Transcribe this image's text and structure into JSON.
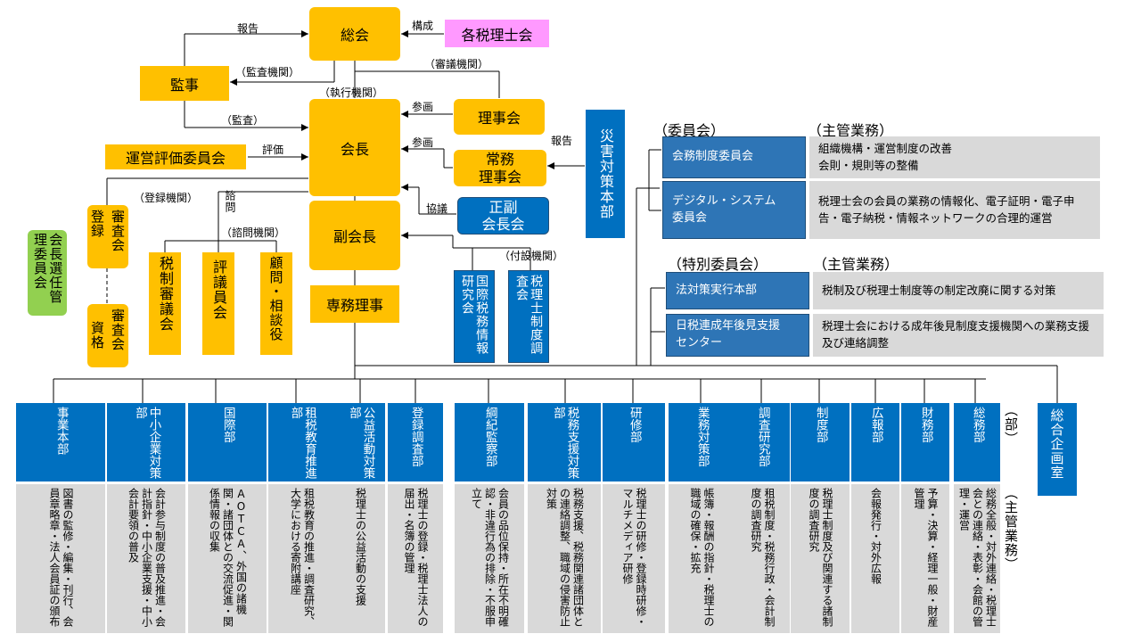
{
  "top": {
    "soukai": "総会",
    "kakuzeirishikai": "各税理士会",
    "kansa_ji": "監事",
    "kaicho": "会長",
    "fukukaicho": "副会長",
    "senmu_riji": "専務理事",
    "rijikai": "理事会",
    "jomu_rijikai": "常務\n理事会",
    "seifuku_kaichokai": "正副\n会長会",
    "unei_hyoka": "運営評価委員会",
    "saigai": "災害対策本部",
    "kaicho_senkyo": "会長選任管理委員会",
    "shinsakai_toroku": "審査会",
    "toroku": "登録",
    "shinsakai_shikaku": "審査会",
    "shikaku": "資格",
    "zeisei_shingikai": "税制審議会",
    "hyogiinkai": "評議員会",
    "komon": "顧問・相談役",
    "kokusai_zeimu": "国際税務情報研究会",
    "zeirishi_seido": "税理士制度調査会"
  },
  "labels": {
    "hokoku1": "報告",
    "kosei": "構成",
    "kansa_kikan": "（監査機関）",
    "shingi_kikan": "（審議機関）",
    "shikko_kikan": "（執行機関）",
    "sanyo1": "参画",
    "sanyo2": "参画",
    "kansa": "（監査）",
    "hyoka": "評価",
    "hokoku2": "報告",
    "toroku_kikan": "（登録機関）",
    "shimon": "諮問",
    "shimon_kikan": "（諮問機関）",
    "kyogi": "協議",
    "fusetsu_kikan": "（付設機関）"
  },
  "committees": {
    "header_left": "（委員会）",
    "header_right": "（主管業務）",
    "items": [
      {
        "name": "会務制度委員会",
        "duty": "組織機構・運営制度の改善\n会則・規則等の整備"
      },
      {
        "name": "デジタル・システム\n委員会",
        "duty": "税理士会の会員の業務の情報化、電子証明・電子申告・電子納税・情報ネットワークの合理的運営"
      }
    ]
  },
  "special": {
    "header_left": "（特別委員会）",
    "header_right": "（主管業務）",
    "items": [
      {
        "name": "法対策実行本部",
        "duty": "税制及び税理士制度等の制定改廃に関する対策"
      },
      {
        "name": "日税連成年後見支援\nセンター",
        "duty": "税理士会における成年後見制度支援機関への業務支援及び連絡調整"
      }
    ]
  },
  "bu_label": "（部）",
  "shukan_label": "（主管業務）",
  "sogo_kikakushitsu": "総合企画室",
  "departments": [
    {
      "name": "事業本部",
      "duty": "図書の監修・編集・刊行、会員章略章・法人会員証の頒布"
    },
    {
      "name": "中小企業対策部",
      "duty": "会計参与制度の普及推進・会計指針・中小企業支援・中小会計要領の普及"
    },
    {
      "name": "国際部",
      "duty": "AOTCA、外国の諸機関・諸団体との交流促進・関係情報の収集"
    },
    {
      "name": "租税教育推進部",
      "duty": "租税教育の推進・調査研究、大学における寄附講座"
    },
    {
      "name": "公益活動対策部",
      "duty": "税理士の公益活動の支援"
    },
    {
      "name": "登録調査部",
      "duty": "税理士の登録・税理士法人の届出・名簿の管理"
    },
    {
      "name": "綱紀監察部",
      "duty": "会員の品位保持・所在不明確認・非違行為の排除・不服申立て"
    },
    {
      "name": "税務支援対策部",
      "duty": "税務支援、税務関連諸団体との連絡調整、職域の侵害防止対策"
    },
    {
      "name": "研修部",
      "duty": "税理士の研修・登録時研修・マルチメディア研修"
    },
    {
      "name": "業務対策部",
      "duty": "帳簿・報酬の指針・税理士の職域の確保・拡充"
    },
    {
      "name": "調査研究部",
      "duty": "租税制度・税務行政・会計制度の調査研究"
    },
    {
      "name": "制度部",
      "duty": "税理士制度及び関連する諸制度の調査研究"
    },
    {
      "name": "広報部",
      "duty": "会報発行・対外広報"
    },
    {
      "name": "財務部",
      "duty": "予算・決算・経理一般・財産管理"
    },
    {
      "name": "総務部",
      "duty": "総務全般・対外連絡・税理士会との連絡・表彰・会館の管理・運営"
    }
  ],
  "colors": {
    "orange": "#FFC000",
    "blue": "#0070C0",
    "pink": "#FF99FF",
    "green": "#92D050",
    "gray": "#D9D9D9"
  }
}
